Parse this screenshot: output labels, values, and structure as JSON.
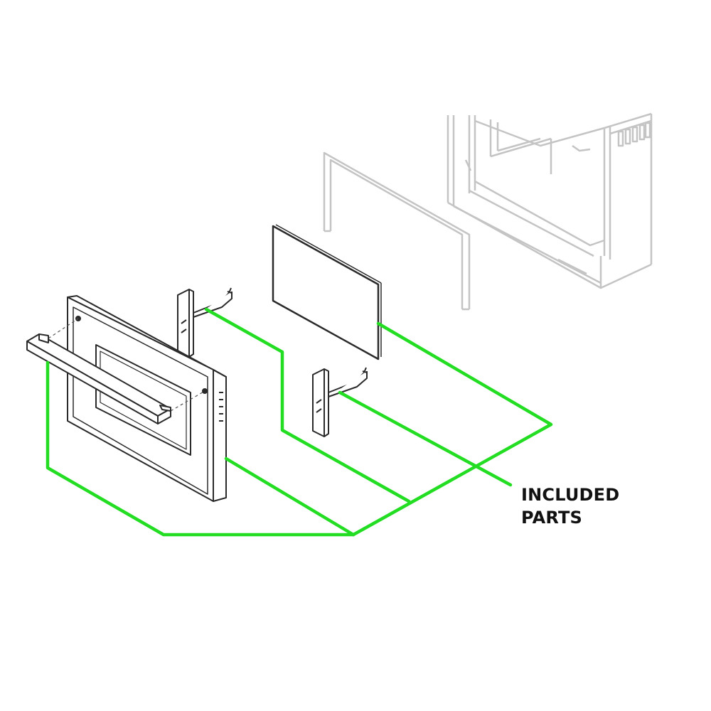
{
  "callout": {
    "line1": "INCLUDED",
    "line2": "PARTS"
  },
  "colors": {
    "leader": "#22dd22",
    "part_stroke": "#2a2a2a",
    "ghost_stroke": "#c4c4c4",
    "background": "#ffffff"
  },
  "parts": [
    "oven-door",
    "door-handle",
    "door-hinge-left",
    "door-hinge-right",
    "door-glass-panel",
    "door-gasket-frame",
    "oven-cavity"
  ]
}
